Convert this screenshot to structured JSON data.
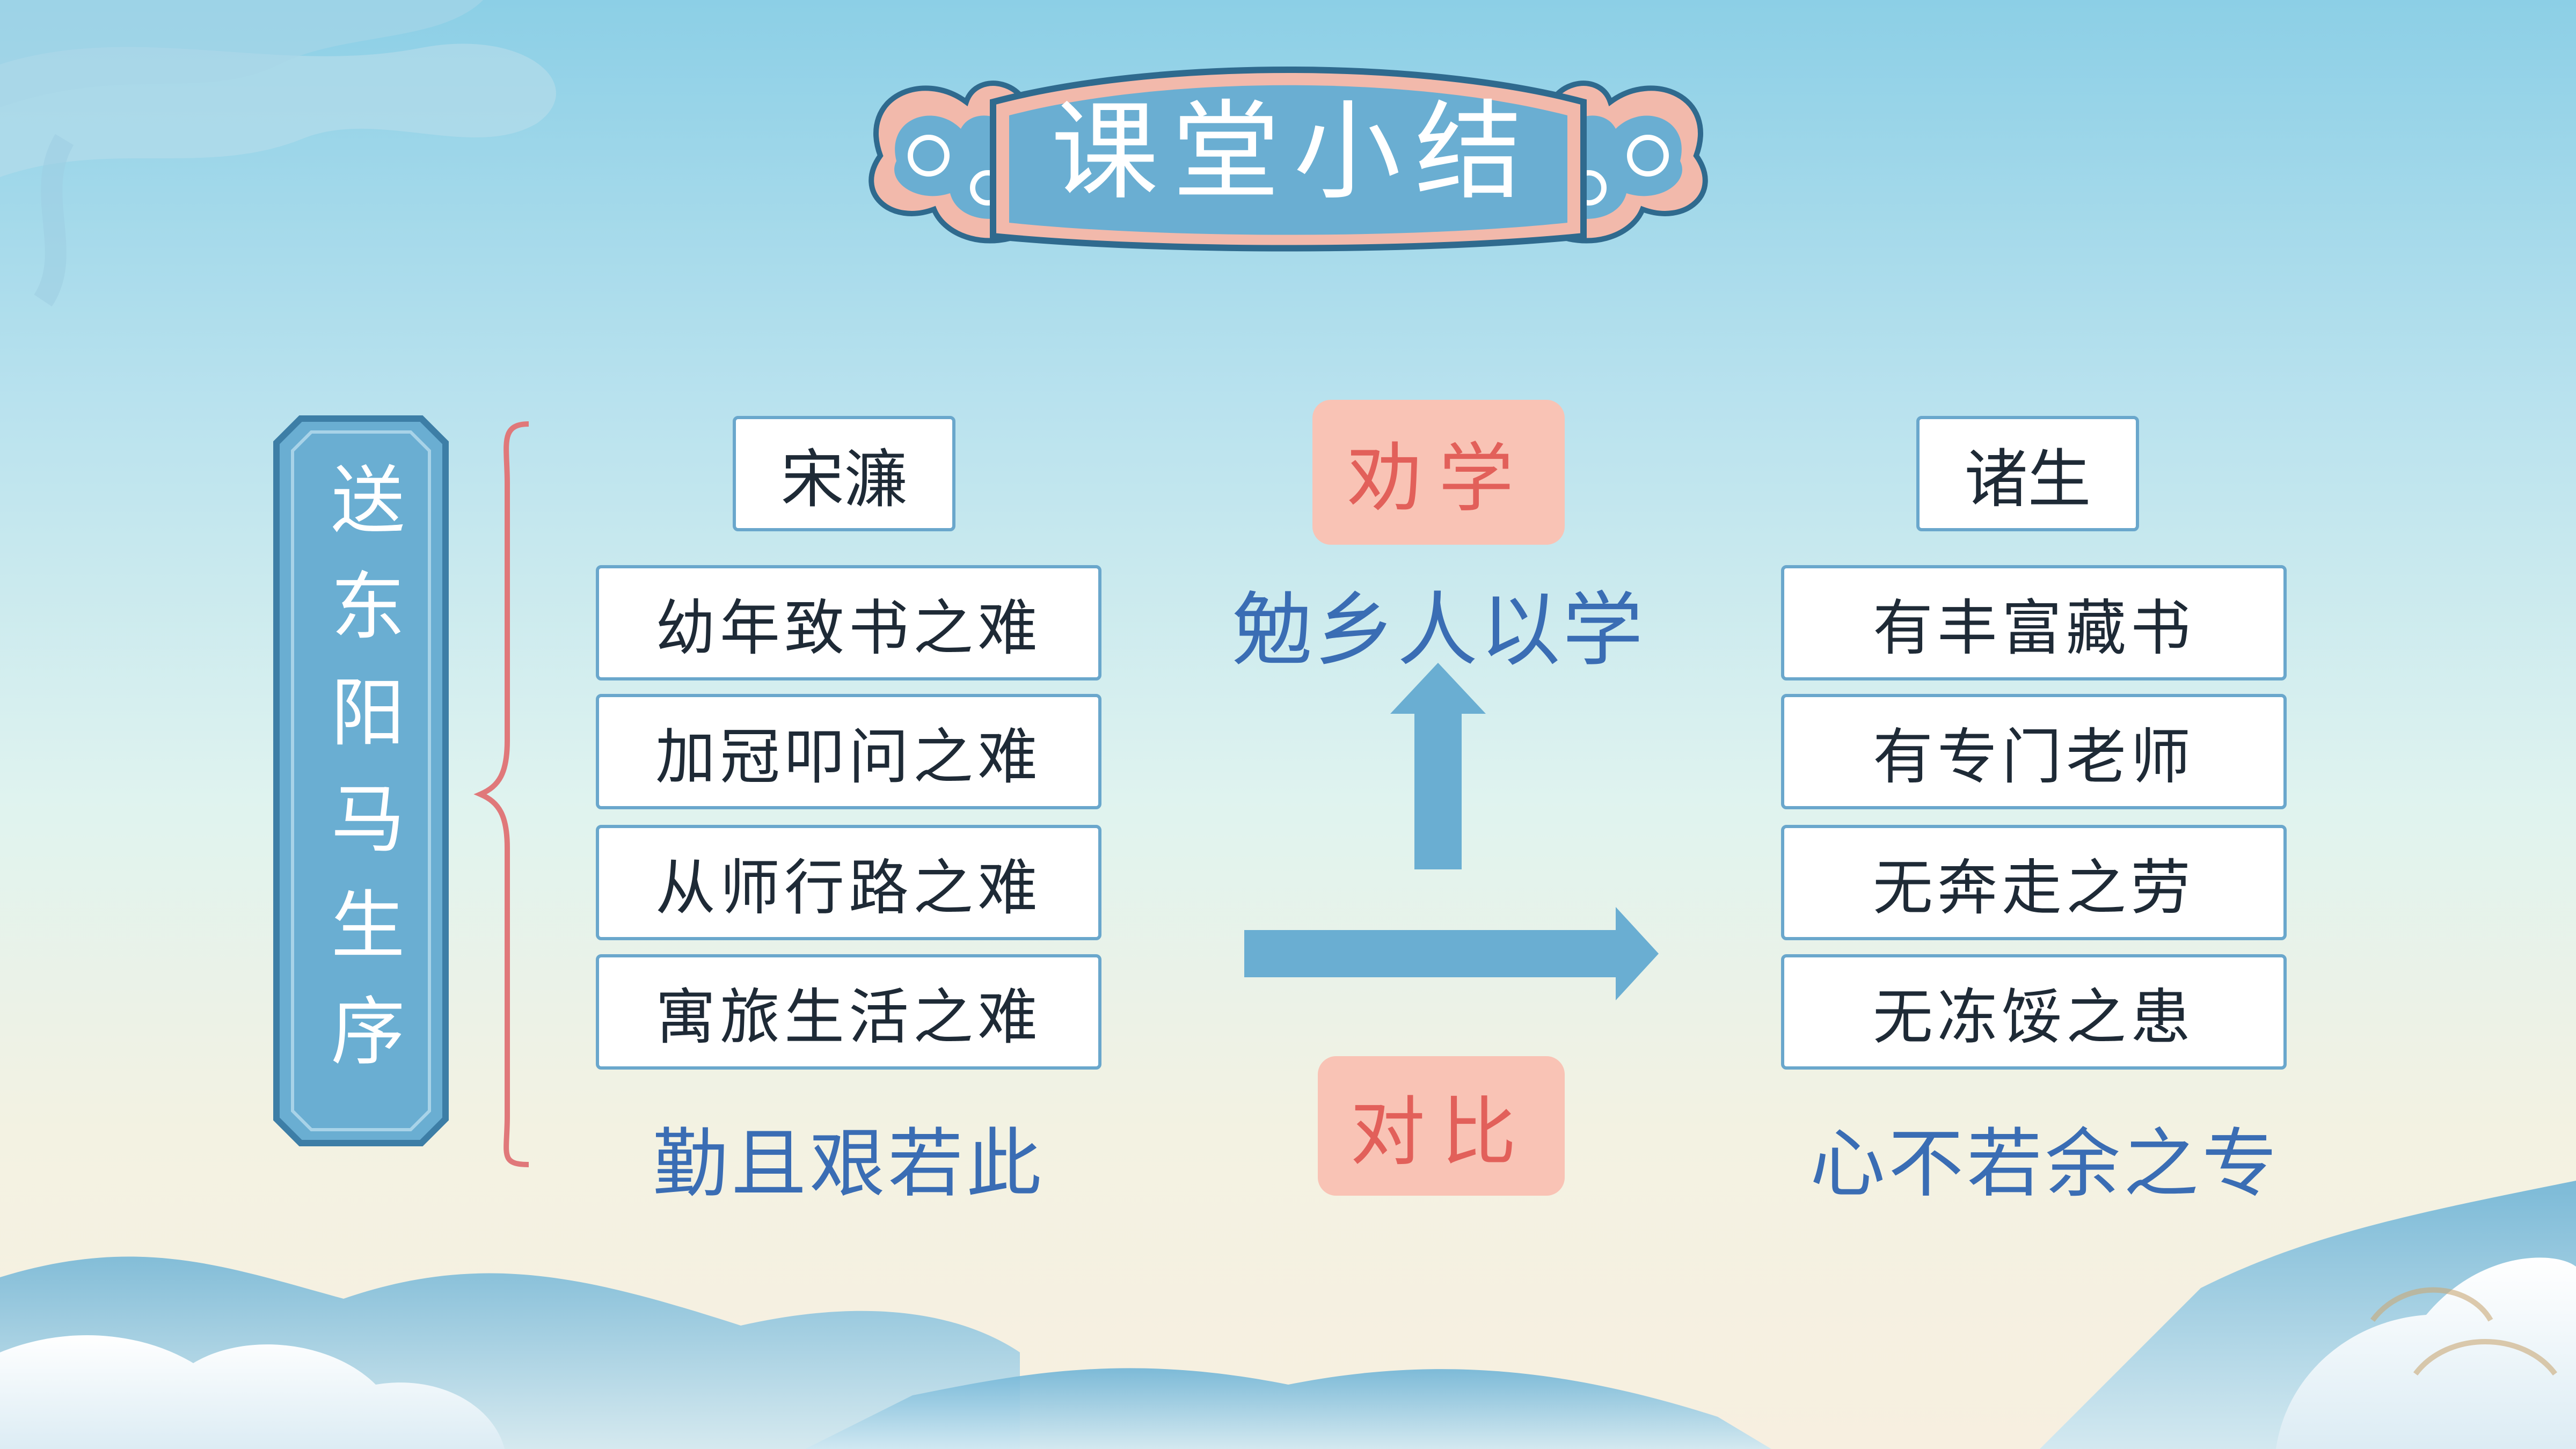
{
  "title": "课堂小结",
  "main_title": "送东阳马生序",
  "left": {
    "header": "宋濂",
    "items": [
      "幼年致书之难",
      "加冠叩问之难",
      "从师行路之难",
      "寓旅生活之难"
    ],
    "summary": "勤且艰若此"
  },
  "center": {
    "top_label": "劝学",
    "purpose": "勉乡人以学",
    "bottom_label": "对比"
  },
  "right": {
    "header": "诸生",
    "items": [
      "有丰富藏书",
      "有专门老师",
      "无奔走之劳",
      "无冻馁之患"
    ],
    "summary": "心不若余之专"
  },
  "colors": {
    "primary_blue": "#6aaed2",
    "accent_pink": "#f9c3b5",
    "accent_red": "#e2605a",
    "text_blue": "#3a6db4",
    "brace_red": "#e0787a"
  }
}
